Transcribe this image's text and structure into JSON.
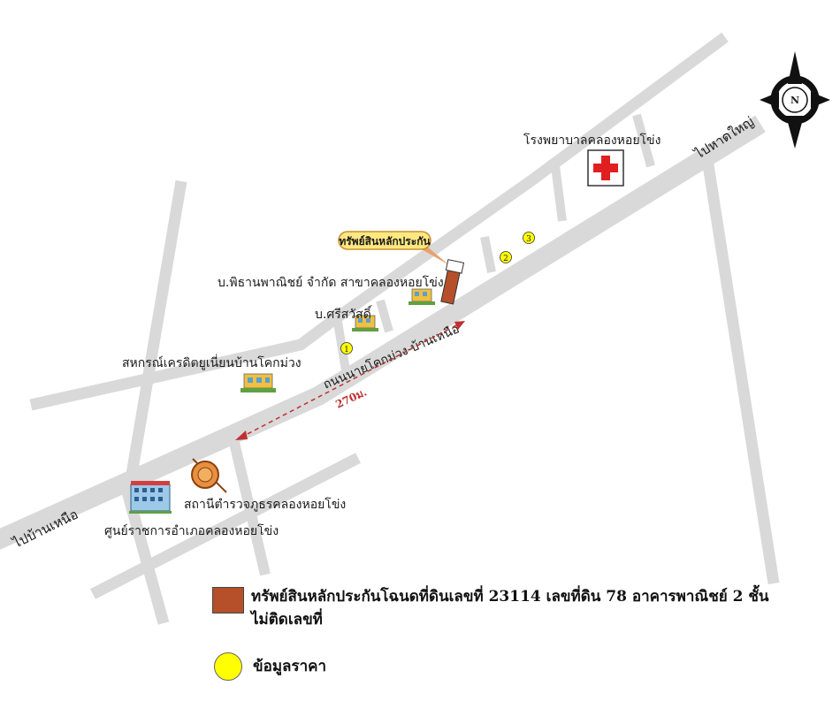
{
  "labels": {
    "hospital": "โรงพยาบาลคลองหอยโข่ง",
    "to_hat_yai": "ไปหาดใหญ่",
    "collateral_callout": "ทรัพย์สินหลักประกัน",
    "pithan_company": "บ.พิธานพาณิชย์ จำกัด สาขาคลองหอยโข่ง",
    "srisawat_company": "บ.ศรีสวัสดิ์",
    "cooperative": "สหกรณ์เครดิตยูเนี่ยนบ้านโคกม่วง",
    "main_road": "ถนนนายโคกม่วง-บ้านเหนือ",
    "distance": "270ม.",
    "to_ban_nuea": "ไปบ้านเหนือ",
    "police_station": "สถานีตำรวจภูธรคลองหอยโข่ง",
    "district_office": "ศูนย์ราชการอำเภอคลองหอยโข่ง",
    "compass_north": "N"
  },
  "price_points": [
    "1",
    "2",
    "3"
  ],
  "legend": {
    "collateral_line1": "ทรัพย์สินหลักประกันโฉนดที่ดินเลขที่ 23114 เลขที่ดิน 78 อาคารพาณิชย์ 2 ชั้น",
    "collateral_line2": "ไม่ติดเลขที่",
    "price_info": "ข้อมูลราคา"
  },
  "colors": {
    "collateral": "#b5502a",
    "price_marker": "#ffff00",
    "hospital_cross": "#e02020",
    "road": "#d9d9d9",
    "distance_line": "#c03030",
    "callout": "#ffe880"
  },
  "icons": {
    "hospital": "red-cross-icon",
    "compass": "north-compass-icon",
    "company": "building-icon",
    "police": "police-badge-icon",
    "district": "government-building-icon"
  }
}
